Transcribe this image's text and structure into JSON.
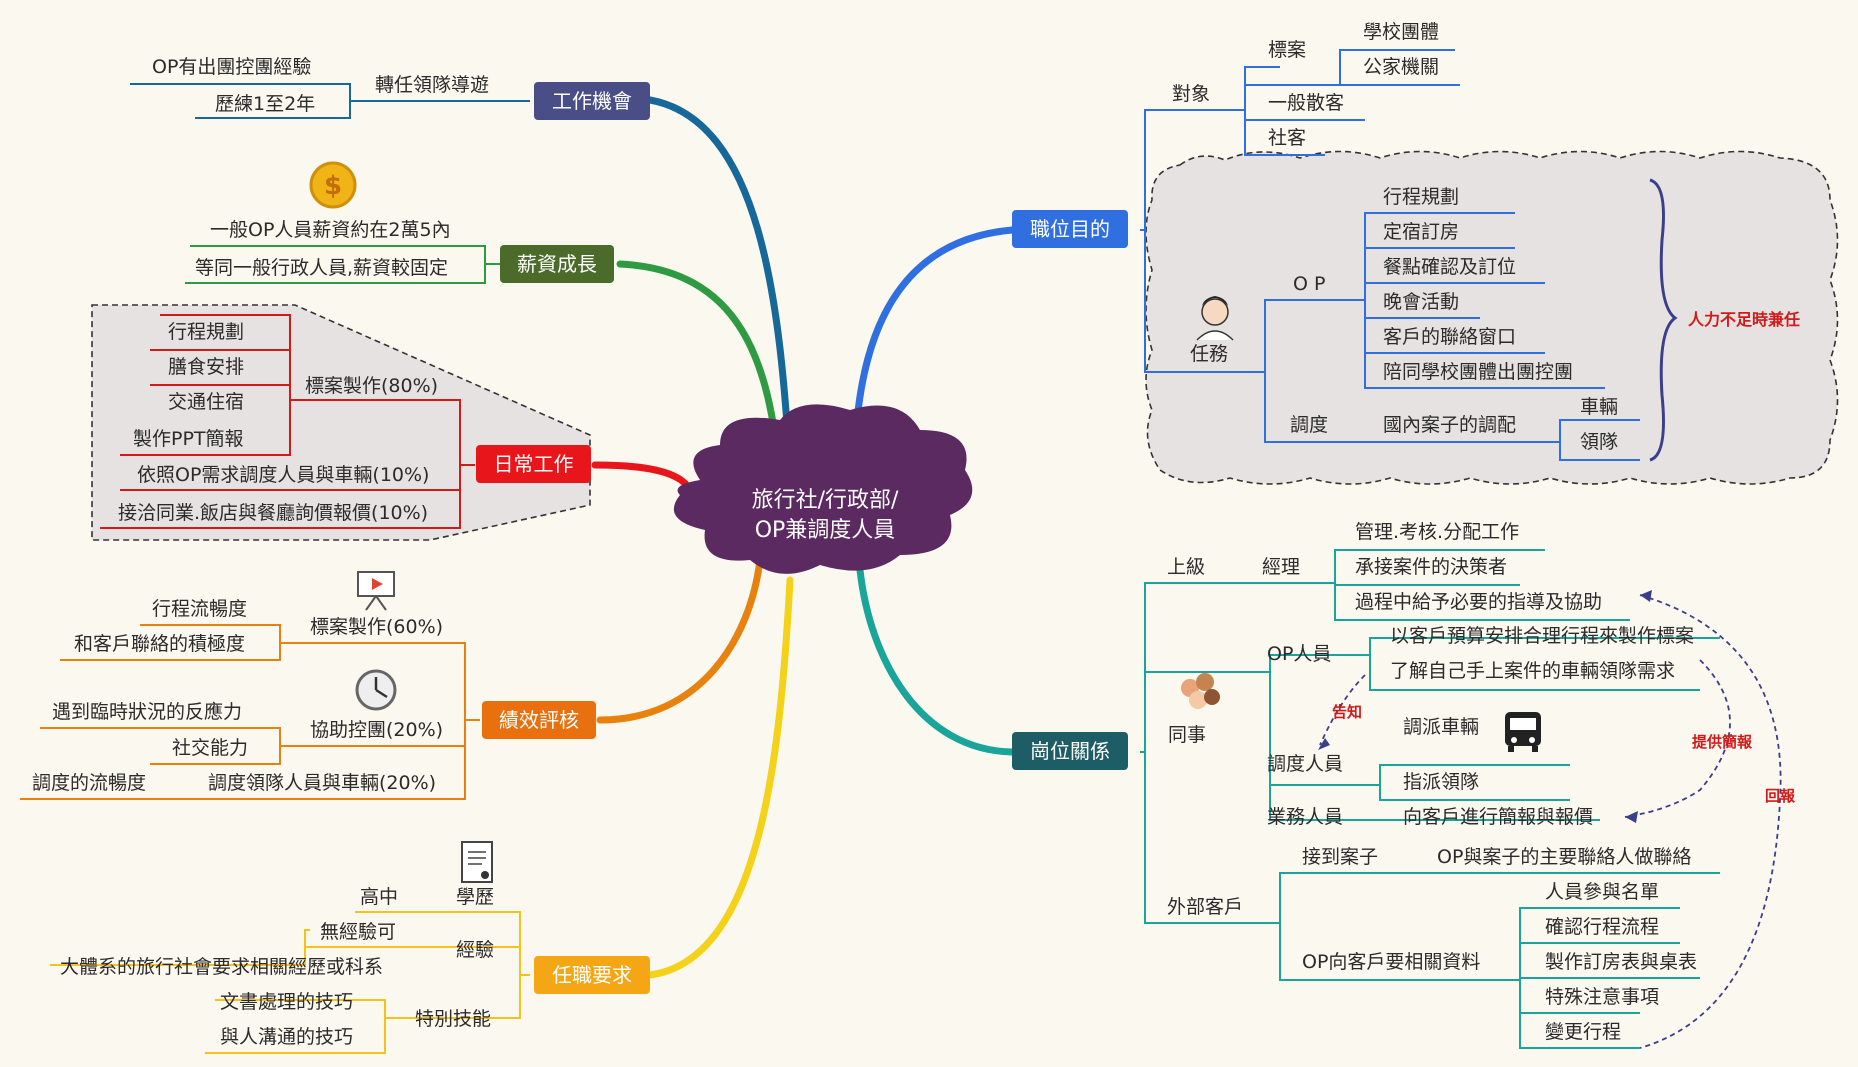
{
  "center": {
    "line1": "旅行社/行政部/",
    "line2": "OP兼調度人員"
  },
  "branches": {
    "job_chance": {
      "label": "工作機會",
      "color": "#4a4e86",
      "sub": "轉任領隊導遊",
      "items": [
        "OP有出團控團經驗",
        "歷練1至2年"
      ]
    },
    "salary": {
      "label": "薪資成長",
      "color": "#4a6b2a",
      "items": [
        "一般OP人員薪資約在2萬5內",
        "等同一般行政人員,薪資較固定"
      ]
    },
    "daily": {
      "label": "日常工作",
      "color": "#e8161b",
      "sub": "標案製作(80%)",
      "sub_items": [
        "行程規劃",
        "膳食安排",
        "交通住宿",
        "製作PPT簡報"
      ],
      "items": [
        "依照OP需求調度人員與車輛(10%)",
        "接洽同業.飯店與餐廳詢價報價(10%)"
      ]
    },
    "perf": {
      "label": "績效評核",
      "color": "#e8700e",
      "groups": [
        {
          "label": "標案製作(60%)",
          "items": [
            "行程流暢度",
            "和客戶聯絡的積極度"
          ]
        },
        {
          "label": "協助控團(20%)",
          "items": [
            "遇到臨時狀況的反應力",
            "社交能力"
          ]
        },
        {
          "label": "調度領隊人員與車輛(20%)",
          "items": [
            "調度的流暢度"
          ]
        }
      ]
    },
    "req": {
      "label": "任職要求",
      "color": "#f5a614",
      "groups": [
        {
          "label": "學歷",
          "items": [
            "高中"
          ]
        },
        {
          "label": "經驗",
          "items": [
            "無經驗可",
            "大體系的旅行社會要求相關經歷或科系"
          ]
        },
        {
          "label": "特別技能",
          "items": [
            "文書處理的技巧",
            "與人溝通的技巧"
          ]
        }
      ]
    },
    "purpose": {
      "label": "職位目的",
      "color": "#2f6fe0",
      "target": {
        "label": "對象",
        "bid": {
          "label": "標案",
          "items": [
            "學校團體",
            "公家機關"
          ]
        },
        "others": [
          "一般散客",
          "社客"
        ]
      },
      "task": {
        "label": "任務",
        "op": {
          "label": "O P",
          "items": [
            "行程規劃",
            "定宿訂房",
            "餐點確認及訂位",
            "晚會活動",
            "客戶的聯絡窗口",
            "陪同學校團體出團控團"
          ]
        },
        "dispatch": {
          "label": "調度",
          "sub": "國內案子的調配",
          "items": [
            "車輛",
            "領隊"
          ]
        },
        "note": "人力不足時兼任"
      }
    },
    "relation": {
      "label": "崗位關係",
      "color": "#1d5d66",
      "superior": {
        "label": "上級",
        "role": "經理",
        "items": [
          "管理.考核.分配工作",
          "承接案件的決策者",
          "過程中給予必要的指導及協助"
        ]
      },
      "colleague": {
        "label": "同事",
        "op": {
          "label": "OP人員",
          "items": [
            "以客戶預算安排合理行程來製作標案",
            "了解自己手上案件的車輛領隊需求"
          ]
        },
        "dispatch": {
          "label": "調度人員",
          "items": [
            "調派車輛",
            "指派領隊"
          ]
        },
        "sales": {
          "label": "業務人員",
          "items": [
            "向客戶進行簡報與報價"
          ]
        }
      },
      "client": {
        "label": "外部客戶",
        "receive": {
          "label": "接到案子",
          "item": "OP與案子的主要聯絡人做聯絡"
        },
        "request": {
          "label": "OP向客戶要相關資料",
          "items": [
            "人員參與名單",
            "確認行程流程",
            "製作訂房表與桌表",
            "特殊注意事項",
            "變更行程"
          ]
        }
      },
      "notes": {
        "inform": "告知",
        "brief": "提供簡報",
        "report": "回報"
      }
    }
  }
}
